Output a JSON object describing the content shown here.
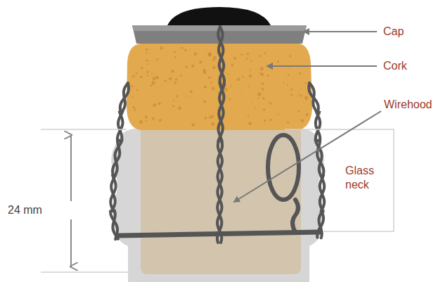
{
  "diagram": {
    "labels": [
      "Cap",
      "Cork",
      "Wirehood",
      "Glass neck",
      "24 mm"
    ]
  }
}
